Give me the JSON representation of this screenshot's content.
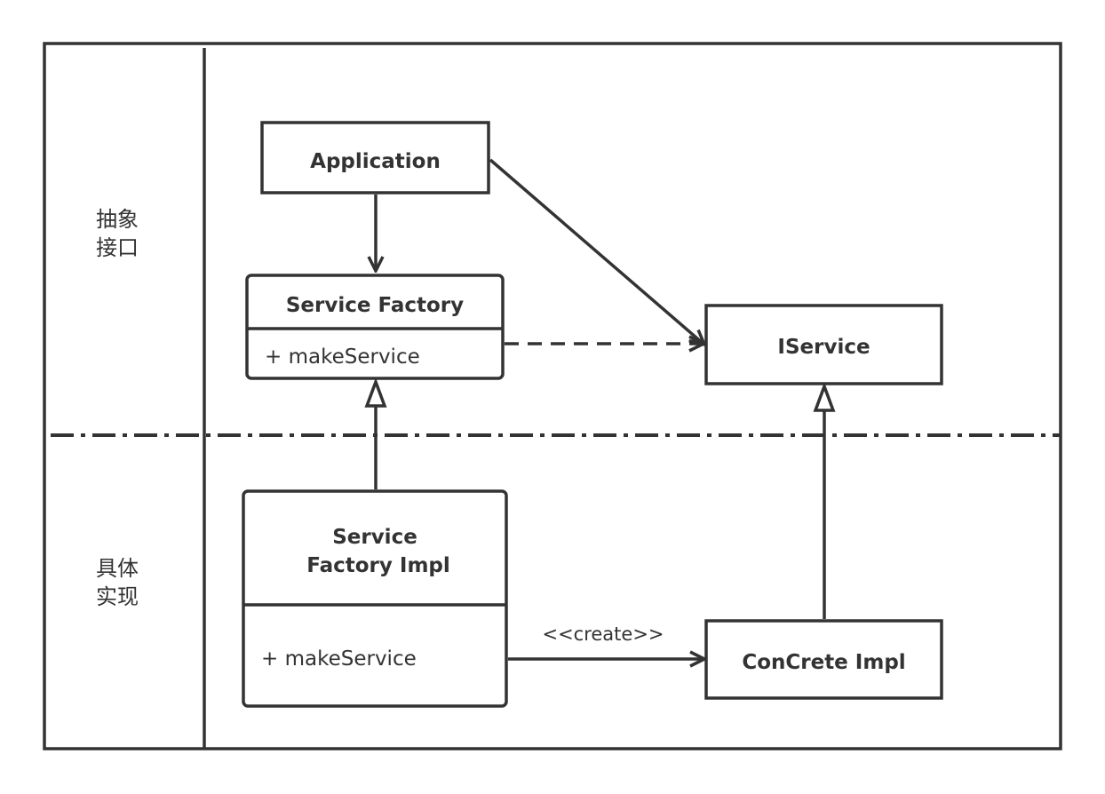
{
  "lanes": {
    "abstract": [
      "抽象",
      "接口"
    ],
    "concrete": [
      "具体",
      "实现"
    ]
  },
  "nodes": {
    "application": {
      "title": "Application"
    },
    "service_factory": {
      "title": "Service Factory",
      "member": "+ makeService"
    },
    "iservice": {
      "title": "IService"
    },
    "service_factory_impl": {
      "title_lines": [
        "Service",
        "Factory Impl"
      ],
      "member": "+ makeService"
    },
    "concrete_impl": {
      "title": "ConCrete Impl"
    }
  },
  "edges": {
    "create_label": "<<create>>"
  },
  "colors": {
    "stroke": "#333333",
    "background": "#ffffff"
  }
}
